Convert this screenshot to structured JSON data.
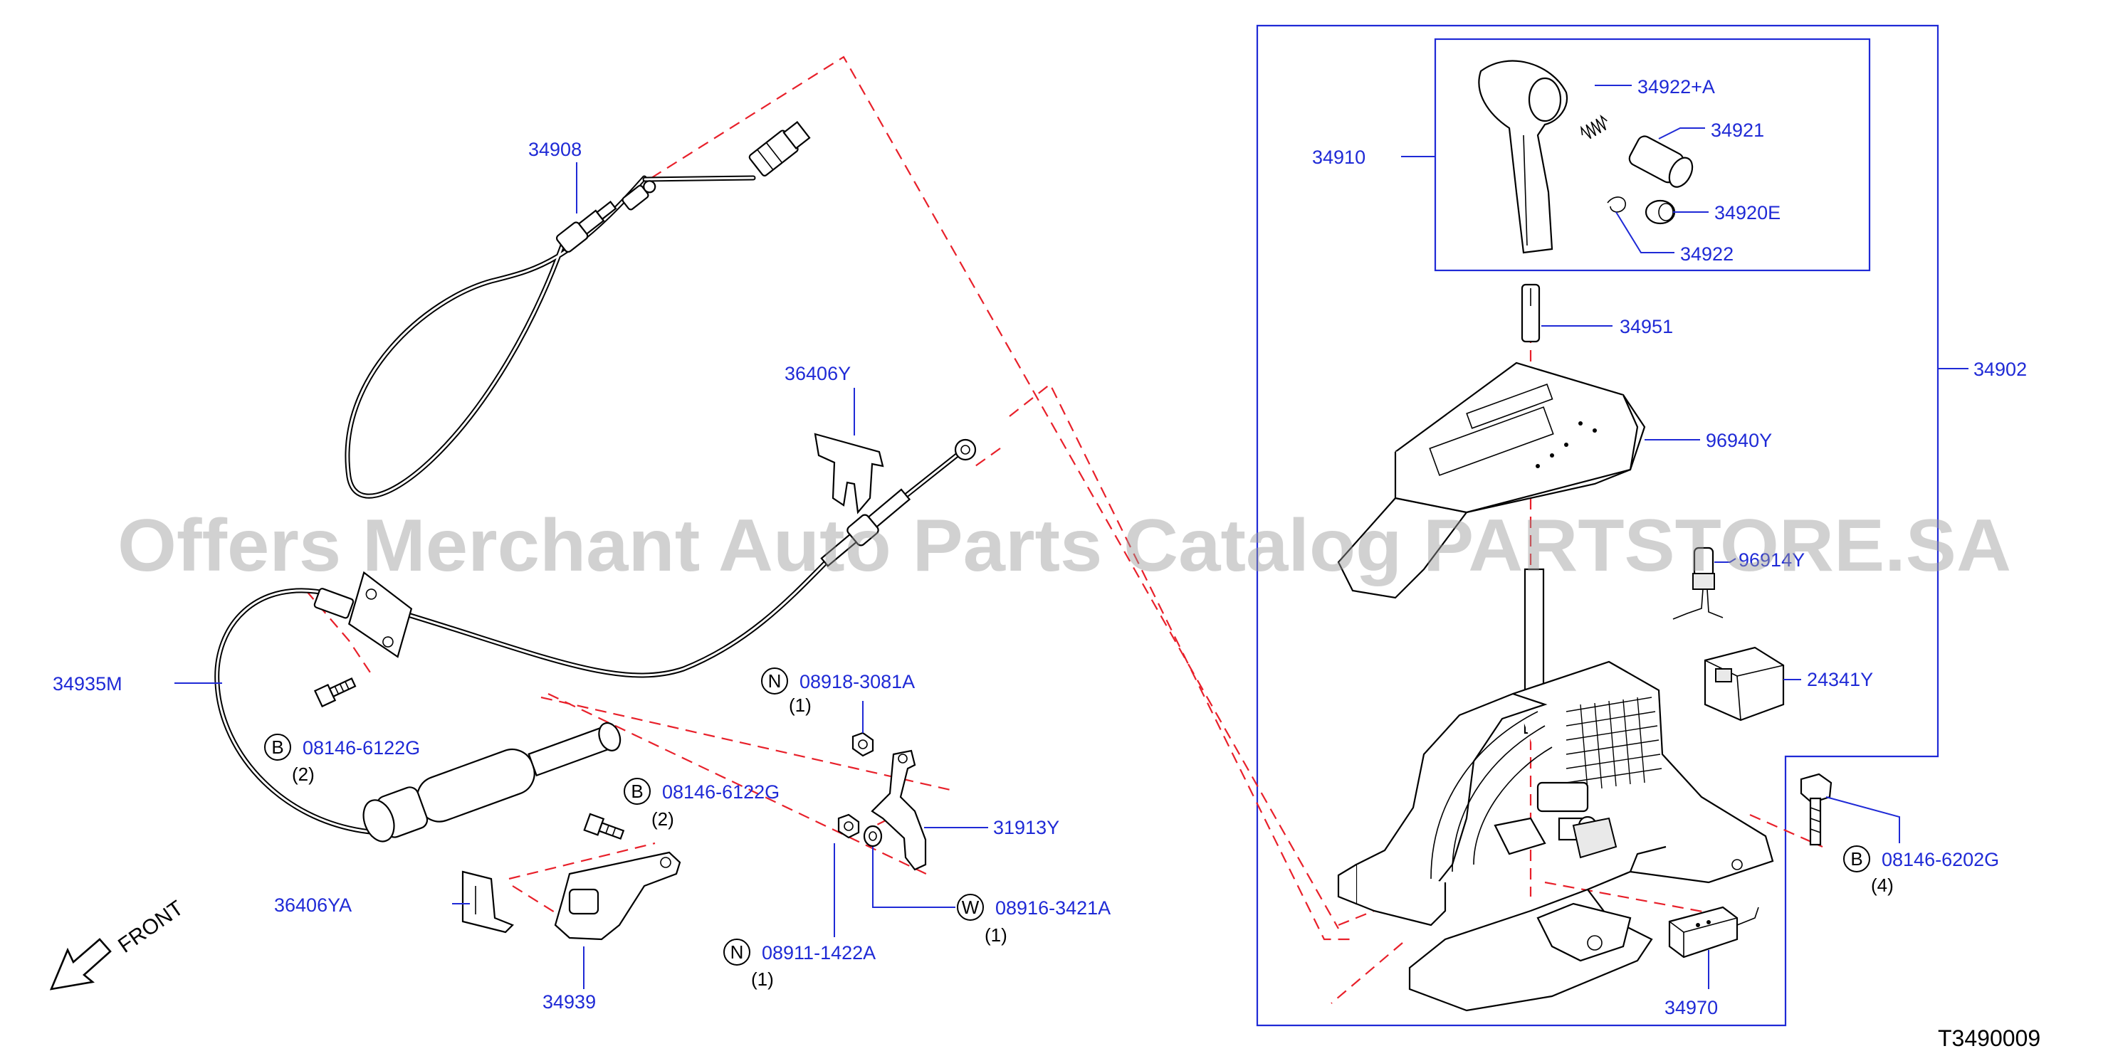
{
  "watermark": "Offers Merchant Auto Parts Catalog PARTSTORE.SA",
  "diagram_code": "T3490009",
  "front_label": "FRONT",
  "colors": {
    "label": "#1f2ad6",
    "leader": "#1f2ad6",
    "dashed": "#e8202a",
    "watermark": "#9a9a9a"
  },
  "parts": {
    "p34908": "34908",
    "p36406Y": "36406Y",
    "p34935M": "34935M",
    "p36406YA": "36406YA",
    "p34939": "34939",
    "p31913Y": "31913Y",
    "p34910": "34910",
    "p34922A": "34922+A",
    "p34921": "34921",
    "p34920E": "34920E",
    "p34922": "34922",
    "p34951": "34951",
    "p34902": "34902",
    "p96940Y": "96940Y",
    "p96914Y": "96914Y",
    "p24341Y": "24341Y",
    "p34970": "34970"
  },
  "fasteners": {
    "b1": {
      "letter": "B",
      "number": "08146-6122G",
      "qty": "(2)"
    },
    "b2": {
      "letter": "B",
      "number": "08146-6122G",
      "qty": "(2)"
    },
    "n1": {
      "letter": "N",
      "number": "08918-3081A",
      "qty": "(1)"
    },
    "w1": {
      "letter": "W",
      "number": "08916-3421A",
      "qty": "(1)"
    },
    "n2": {
      "letter": "N",
      "number": "08911-1422A",
      "qty": "(1)"
    },
    "b3": {
      "letter": "B",
      "number": "08146-6202G",
      "qty": "(4)"
    }
  }
}
